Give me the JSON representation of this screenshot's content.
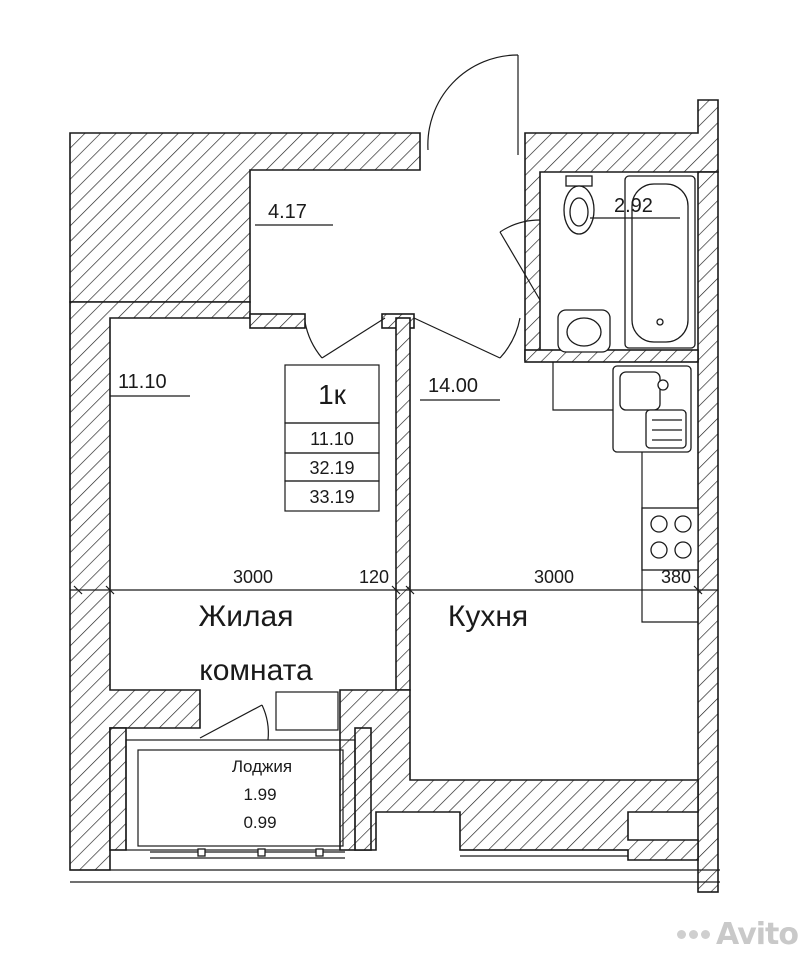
{
  "rooms": {
    "hall_area": "4.17",
    "bathroom_area": "2.92",
    "living_area": "11.10",
    "kitchen_area": "14.00",
    "living_name_line1": "Жилая",
    "living_name_line2": "комната",
    "kitchen_name": "Кухня"
  },
  "summary": {
    "type": "1к",
    "living": "11.10",
    "total": "32.19",
    "total_with_loggia": "33.19"
  },
  "loggia": {
    "name": "Лоджия",
    "area": "1.99",
    "reduced_area": "0.99"
  },
  "dimensions": {
    "living_width": "3000",
    "partition": "120",
    "kitchen_width": "3000",
    "outer_wall": "380"
  },
  "watermark": "Avito"
}
